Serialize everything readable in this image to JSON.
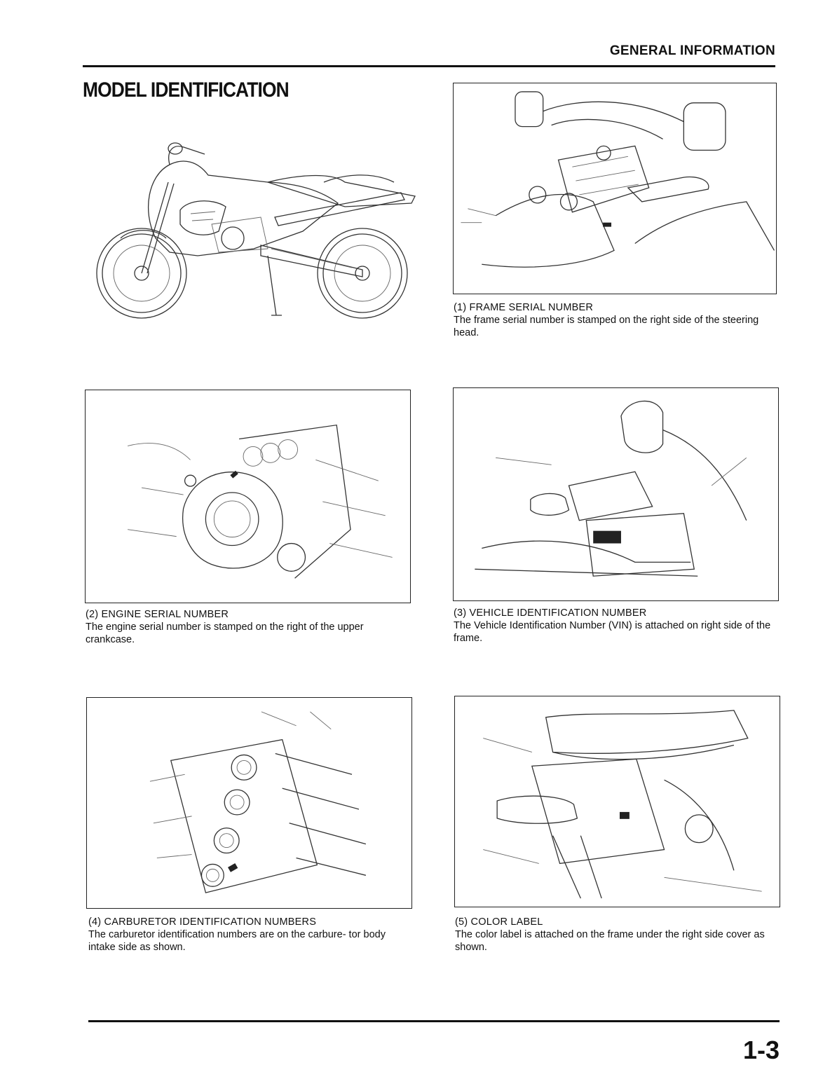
{
  "header": {
    "section": "GENERAL INFORMATION"
  },
  "title": "MODEL IDENTIFICATION",
  "figures": [
    {
      "title": "(1) FRAME SERIAL NUMBER",
      "text": "The frame serial number is stamped on the right side of the steering head."
    },
    {
      "title": "(2) ENGINE SERIAL NUMBER",
      "text": "The engine serial number is stamped on the right of the upper crankcase."
    },
    {
      "title": "(3) VEHICLE IDENTIFICATION NUMBER",
      "text": "The Vehicle Identification Number (VIN) is attached on right side of the frame."
    },
    {
      "title": "(4) CARBURETOR IDENTIFICATION NUMBERS",
      "text": "The carburetor identification numbers are on the carbure- tor body intake side as shown."
    },
    {
      "title": "(5) COLOR LABEL",
      "text": "The color label is attached on the frame under the right side cover as shown."
    }
  ],
  "page_number": "1-3"
}
